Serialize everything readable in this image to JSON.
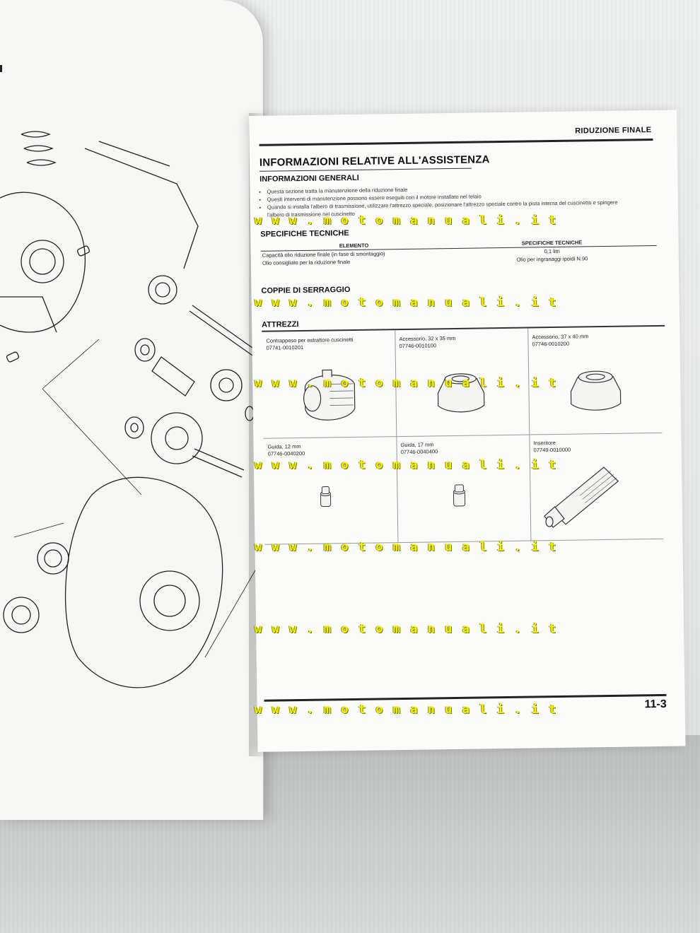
{
  "header": {
    "chapter": "RIDUZIONE FINALE"
  },
  "section_title": "INFORMAZIONI RELATIVE ALL'ASSISTENZA",
  "general": {
    "heading": "INFORMAZIONI GENERALI",
    "bullets": [
      "Questa sezione tratta la manutenzione della riduzione finale",
      "Questi interventi di manutenzione possono essere eseguiti con il motore installato nel telaio",
      "Quando si installa l'albero di trasmissione, utilizzare l'attrezzo speciale, posizionare l'attrezzo speciale contro la pista interna del cuscinetto e spingere",
      "l'albero di trasmissione nel cuscinetto"
    ]
  },
  "specs": {
    "heading": "SPECIFICHE TECNICHE",
    "col_element": "ELEMENTO",
    "col_spec": "SPECIFICHE TECNICHE",
    "rows": [
      {
        "element": "Capacità olio riduzione finale (in fase di smontaggio)",
        "value": "0,1 litri"
      },
      {
        "element": "Olio consigliato per la riduzione finale",
        "value": "Olio per ingranaggi ipoidi N.90"
      }
    ]
  },
  "torque": {
    "heading": "COPPIE DI SERRAGGIO"
  },
  "tools": {
    "heading": "ATTREZZI",
    "items": [
      {
        "name": "Contrappeso per estrattore cuscinetti",
        "code": "07741-0010201"
      },
      {
        "name": "Accessorio, 32 x 35 mm",
        "code": "07746-0010100"
      },
      {
        "name": "Accessorio, 37 x 40 mm",
        "code": "07746-0010200"
      },
      {
        "name": "Guida, 12 mm",
        "code": "07746-0040200"
      },
      {
        "name": "Guida, 17 mm",
        "code": "07746-0040400"
      },
      {
        "name": "Inseritore",
        "code": "07749-0010000"
      }
    ]
  },
  "page_number": "11-3",
  "watermark": "w w w . m o t o m a n u a l i . i t"
}
